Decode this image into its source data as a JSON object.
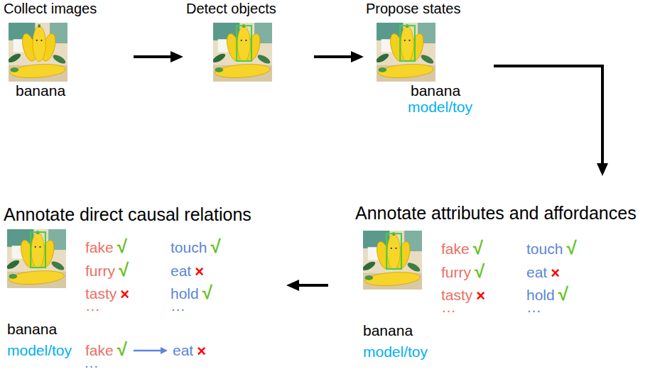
{
  "diagram": {
    "nodes": [
      {
        "text": [
          "Collect images",
          "banana"
        ]
      },
      {
        "text": [
          "Detect objects"
        ]
      },
      {
        "text": [
          "Propose states",
          "banana",
          "model/toy"
        ]
      },
      {
        "text": [
          "Annotate attributes and affordances",
          "fake",
          "√",
          "furry",
          "√",
          "tasty",
          "×",
          "…",
          "touch",
          "√",
          "eat",
          "×",
          "hold",
          "√",
          "…",
          "banana",
          "model/toy"
        ]
      },
      {
        "text": [
          "Annotate direct causal relations",
          "fake",
          "√",
          "furry",
          "√",
          "tasty",
          "×",
          "…",
          "touch",
          "√",
          "eat",
          "×",
          "hold",
          "√",
          "…",
          "banana",
          "model/toy",
          "fake",
          "√",
          "eat",
          "×",
          "…"
        ]
      }
    ],
    "edges": [
      {
        "from": 0,
        "to": 1,
        "arrow": "to"
      },
      {
        "from": 1,
        "to": 2,
        "arrow": "to"
      },
      {
        "from": 2,
        "to": 3,
        "arrow": "to"
      },
      {
        "from": 3,
        "to": 4,
        "arrow": "to"
      }
    ]
  }
}
